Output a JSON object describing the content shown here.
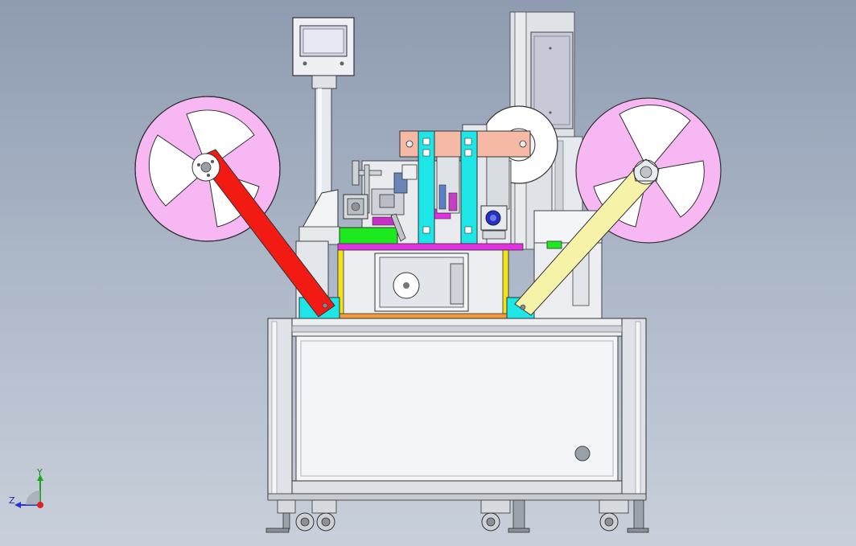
{
  "viewport": {
    "background_top": "#8e9bb0",
    "background_bottom": "#c9d0db"
  },
  "axis_triad": {
    "y_label": "Y",
    "z_label": "Z",
    "y_color": "#1fa21f",
    "z_color": "#2a34d6",
    "x_color": "#e0201f"
  },
  "colors": {
    "reel_left": "#f7b7f2",
    "reel_right": "#f7b7f2",
    "arm_left": "#f21b14",
    "arm_right": "#f6f3a8",
    "frame": "#dfe3e8",
    "frame_dark": "#8c939c",
    "cyan_post": "#1fe6e6",
    "salmon_bar": "#f6b9a6",
    "green_block": "#1ee81e",
    "yellow_post": "#f2e21a",
    "magenta_rail": "#e52fe5",
    "orange_base": "#f39a3a",
    "hmi_screen": "#d4d6e8",
    "motor_housing": "#c7c9d8"
  },
  "parts": {
    "hmi": "hmi-monitor",
    "left_reel": "supply-reel",
    "right_reel": "takeup-reel",
    "cabinet": "machine-cabinet",
    "casters": "caster-wheels"
  }
}
